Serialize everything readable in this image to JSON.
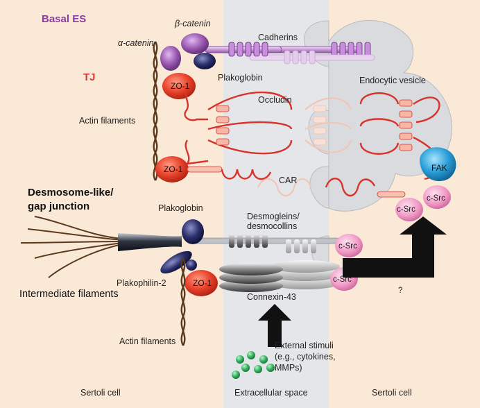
{
  "regions": {
    "basal_es": "Basal ES",
    "tj": "TJ",
    "desmosome_line1": "Desmosome-like/",
    "desmosome_line2": "gap junction"
  },
  "proteins": {
    "alpha_catenin": "α-catenin",
    "beta_catenin": "β-catenin",
    "cadherins": "Cadherins",
    "plakoglobin_top": "Plakoglobin",
    "zo1_top": "ZO-1",
    "occludin": "Occludin",
    "endocytic_vesicle": "Endocytic vesicle",
    "zo1_mid": "ZO-1",
    "car": "CAR",
    "fak": "FAK",
    "csrc_1": "c-Src",
    "csrc_2": "c-Src",
    "plakoglobin_mid": "Plakoglobin",
    "desmogleins_line1": "Desmogleins/",
    "desmogleins_line2": "desmocollins",
    "csrc_3": "c-Src",
    "csrc_4": "c-Src",
    "plakophilin": "Plakophilin-2",
    "zo1_bottom": "ZO-1",
    "connexin": "Connexin-43"
  },
  "filaments": {
    "actin_top": "Actin filaments",
    "actin_bottom": "Actin filaments",
    "intermediate": "Intermediate filaments"
  },
  "stimuli": {
    "line1": "External stimuli",
    "line2": "(e.g., cytokines,",
    "line3": "MMPs)",
    "question": "?"
  },
  "compartments": {
    "left": "Sertoli cell",
    "middle": "Extracellular space",
    "right": "Sertoli cell"
  },
  "colors": {
    "cell_bg": "#fbe9d7",
    "extracellular_bg": "#e4e6e9",
    "vesicle_bg": "#d9dbde",
    "zo1": "#e8412c",
    "occludin_loop": "#d8322a",
    "cadherin": "#9a5ab0",
    "plakoglobin": "#1e2150",
    "fak": "#2a9fd8",
    "csrc": "#f29cc8",
    "actin": "#5a3a1e",
    "arrow": "#111111",
    "stimuli": "#33b060"
  }
}
